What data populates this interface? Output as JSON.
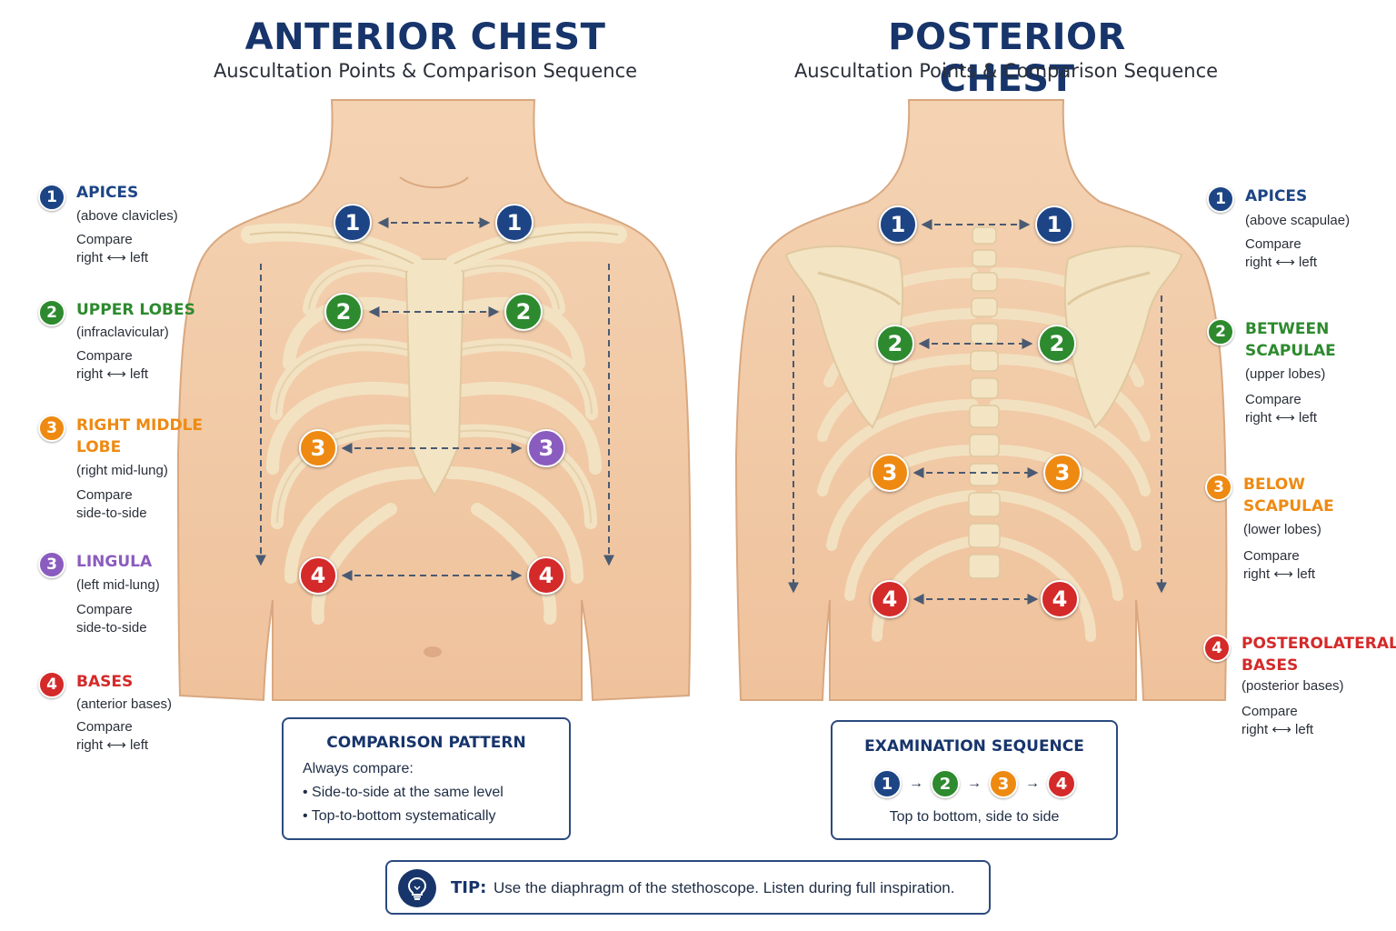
{
  "anterior": {
    "title": "ANTERIOR CHEST",
    "subtitle": "Auscultation Points & Comparison Sequence",
    "legend": [
      {
        "num": "1",
        "head": "APICES",
        "sub": "(above clavicles)",
        "cmp1": "Compare",
        "cmp2": "right ⟷ left",
        "color": "#1d4585"
      },
      {
        "num": "2",
        "head": "UPPER LOBES",
        "sub": "(infraclavicular)",
        "cmp1": "Compare",
        "cmp2": "right ⟷ left",
        "color": "#2d8a2e"
      },
      {
        "num": "3",
        "head": "RIGHT MIDDLE LOBE",
        "sub": "(right mid-lung)",
        "cmp1": "Compare",
        "cmp2": "side-to-side",
        "color": "#ee8a12"
      },
      {
        "num": "3",
        "head": "LINGULA",
        "sub": "(left mid-lung)",
        "cmp1": "Compare",
        "cmp2": "side-to-side",
        "color": "#8b5cbf"
      },
      {
        "num": "4",
        "head": "BASES",
        "sub": "(anterior bases)",
        "cmp1": "Compare",
        "cmp2": "right ⟷ left",
        "color": "#d42a2a"
      }
    ],
    "markers": [
      "1",
      "1",
      "2",
      "2",
      "3",
      "3",
      "4",
      "4"
    ],
    "box": {
      "title": "COMPARISON PATTERN",
      "intro": "Always compare:",
      "bullets": [
        "•  Side-to-side at the same level",
        "•  Top-to-bottom systematically"
      ]
    }
  },
  "posterior": {
    "title": "POSTERIOR CHEST",
    "subtitle": "Auscultation Points & Comparison Sequence",
    "legend": [
      {
        "num": "1",
        "head": "APICES",
        "sub": "(above scapulae)",
        "cmp1": "Compare",
        "cmp2": "right ⟷ left",
        "color": "#1d4585"
      },
      {
        "num": "2",
        "head": "BETWEEN SCAPULAE",
        "sub": "(upper lobes)",
        "cmp1": "Compare",
        "cmp2": "right ⟷ left",
        "color": "#2d8a2e"
      },
      {
        "num": "3",
        "head": "BELOW SCAPULAE",
        "sub": "(lower lobes)",
        "cmp1": "Compare",
        "cmp2": "right ⟷ left",
        "color": "#ee8a12"
      },
      {
        "num": "4",
        "head": "POSTEROLATERAL BASES",
        "sub": "(posterior bases)",
        "cmp1": "Compare",
        "cmp2": "right ⟷ left",
        "color": "#d42a2a"
      }
    ],
    "markers": [
      "1",
      "1",
      "2",
      "2",
      "3",
      "3",
      "4",
      "4"
    ],
    "box": {
      "title": "EXAMINATION SEQUENCE",
      "sequence": [
        "1",
        "2",
        "3",
        "4"
      ],
      "arrow": "→",
      "caption": "Top to bottom, side to side"
    }
  },
  "tip": {
    "label": "TIP:",
    "text": "Use the diaphragm of the stethoscope. Listen during full inspiration.",
    "icon": "lightbulb-icon"
  },
  "colors": {
    "navy": "#17356b",
    "blue": "#1d4585",
    "green": "#2d8a2e",
    "orange": "#ee8a12",
    "purple": "#8b5cbf",
    "red": "#d42a2a",
    "skin": "#f2cba6",
    "bone": "#f3e4c4"
  }
}
